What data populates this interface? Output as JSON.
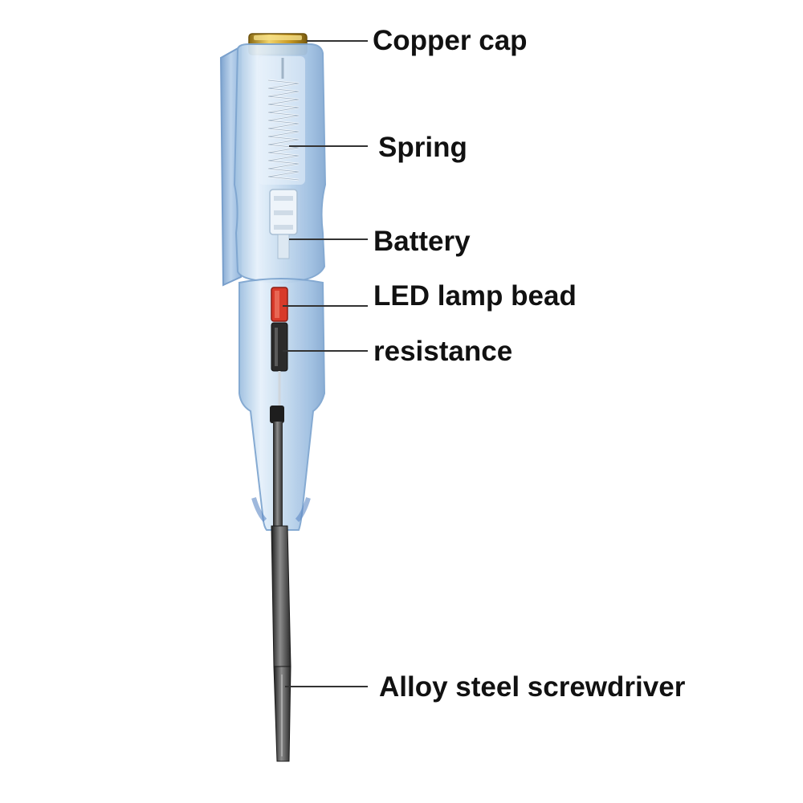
{
  "diagram": {
    "labels": {
      "copper_cap": "Copper cap",
      "spring": "Spring",
      "battery": "Battery",
      "led_lamp_bead": "LED lamp bead",
      "resistance": "resistance",
      "screwdriver": "Alloy steel screwdriver"
    },
    "colors": {
      "background": "#ffffff",
      "body": "#c7dcef",
      "body_edge": "#8fb3d6",
      "copper": "#d6a62a",
      "led": "#d83a2a",
      "steel": "#3a3a3a",
      "leader_line": "#333333",
      "label_text": "#111111"
    }
  }
}
